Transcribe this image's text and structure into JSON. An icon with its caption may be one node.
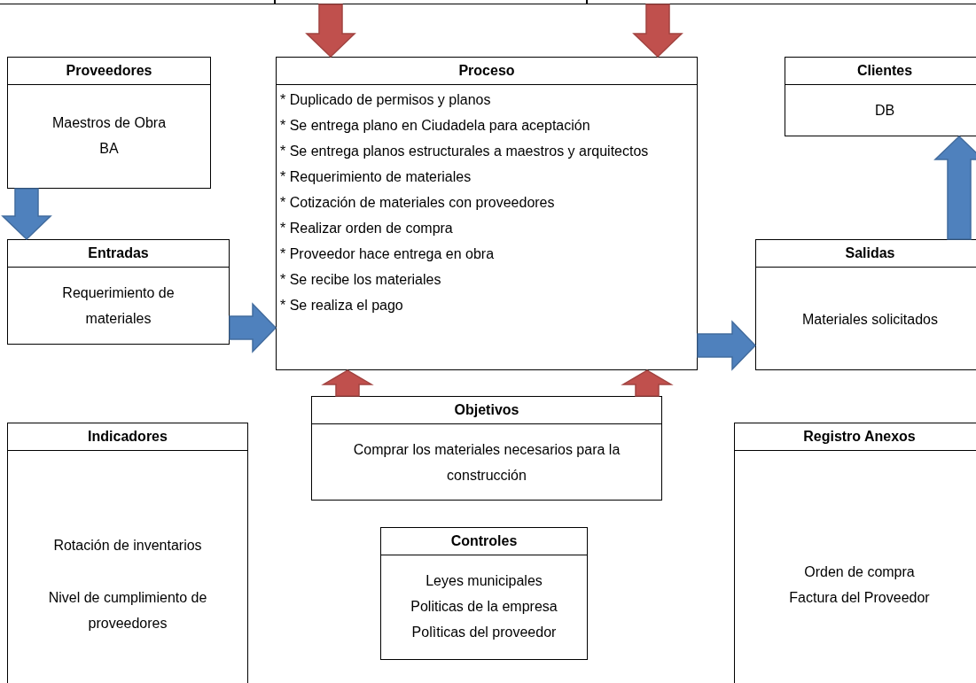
{
  "diagram": {
    "nodes": [
      {
        "text": [],
        "shape": "box"
      },
      {
        "text": [],
        "shape": "box"
      },
      {
        "text": [],
        "shape": "box"
      },
      {
        "text": [
          "Proveedores",
          "Maestros de Obra BA"
        ]
      },
      {
        "text": [
          "Proceso",
          "* Duplicado de permisos y planos",
          "* Se entrega plano en Ciudadela para aceptación",
          "* Se entrega planos estructurales  a maestros y arquitectos",
          "* Requerimiento de materiales",
          "* Cotización de materiales con proveedores",
          "* Realizar orden de compra",
          "* Proveedor hace entrega en obra",
          "* Se recibe los materiales",
          "* Se realiza el pago"
        ]
      },
      {
        "text": [
          "Clientes",
          "DB"
        ]
      },
      {
        "text": [
          "Entradas",
          "Requerimiento de materiales"
        ]
      },
      {
        "text": [
          "Salidas",
          "Materiales solicitados"
        ]
      },
      {
        "text": [
          "Objetivos",
          "Comprar los materiales necesarios para la construcción"
        ]
      },
      {
        "text": [
          "Indicadores",
          "Rotación de inventarios",
          "Nivel de cumplimiento de proveedores"
        ]
      },
      {
        "text": [
          "Controles",
          "Leyes municipales",
          "Politicas de la empresa",
          "Polìticas del proveedor"
        ]
      },
      {
        "text": [
          "Registro Anexos",
          "Orden de compra",
          "Factura del Proveedor"
        ]
      }
    ],
    "edges": [
      {
        "from": 1,
        "to": 4,
        "arrow": "to",
        "color": "#c0504d"
      },
      {
        "from": 2,
        "to": 4,
        "arrow": "to",
        "color": "#c0504d"
      },
      {
        "from": 3,
        "to": 6,
        "arrow": "to",
        "color": "#4f81bd"
      },
      {
        "from": 6,
        "to": 4,
        "arrow": "to",
        "color": "#4f81bd"
      },
      {
        "from": 4,
        "to": 7,
        "arrow": "to",
        "color": "#4f81bd"
      },
      {
        "from": 7,
        "to": 5,
        "arrow": "to",
        "color": "#4f81bd"
      },
      {
        "from": 8,
        "to": 4,
        "arrow": "to",
        "color": "#c0504d"
      },
      {
        "from": 8,
        "to": 4,
        "arrow": "to",
        "color": "#c0504d"
      }
    ]
  }
}
